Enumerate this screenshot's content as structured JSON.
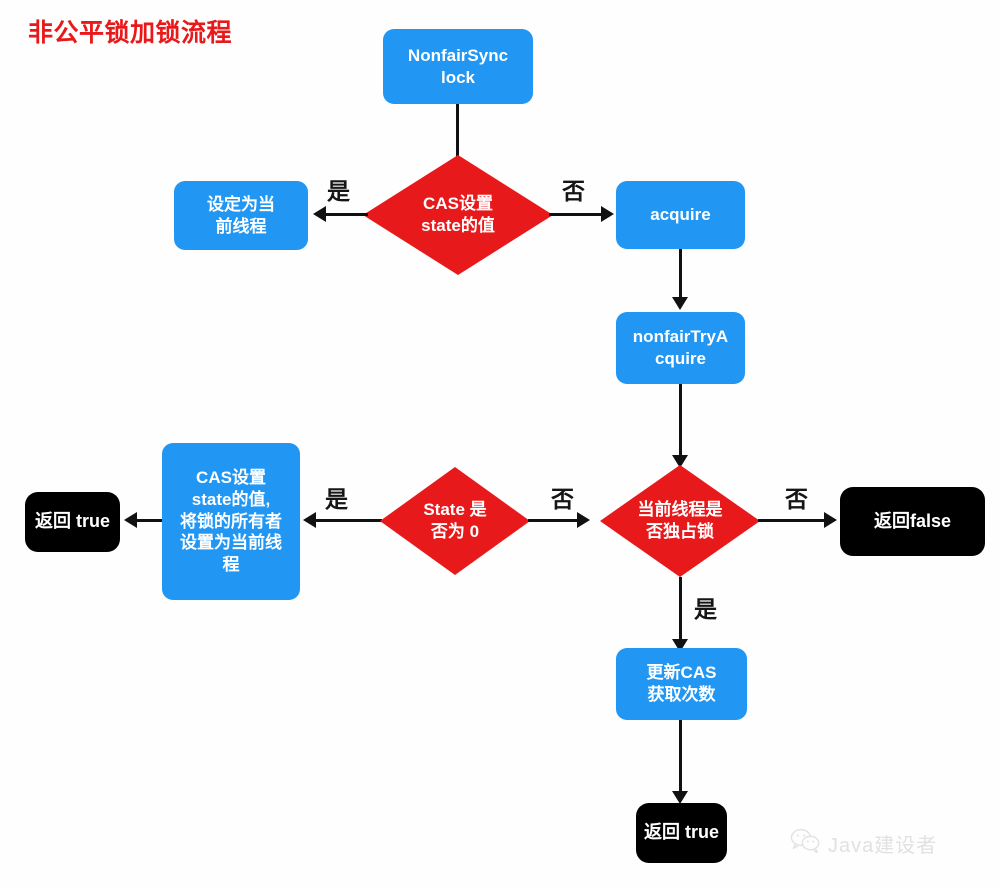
{
  "title": "非公平锁加锁流程",
  "colors": {
    "process": "#2196f3",
    "decision": "#e8191b",
    "terminal": "#000000",
    "title": "#e8191b",
    "connector": "#111111",
    "background": "#fefefe"
  },
  "nodes": {
    "nonfair_sync_lock": {
      "label": "NonfairSync\nlock",
      "type": "process"
    },
    "cas_set_state": {
      "label": "CAS设置\nstate的值",
      "type": "decision"
    },
    "set_current_thread": {
      "label": "设定为当\n前线程",
      "type": "process"
    },
    "acquire": {
      "label": "acquire",
      "type": "process"
    },
    "nonfair_try_acquire": {
      "label": "nonfairTryA\ncquire",
      "type": "process"
    },
    "state_is_zero": {
      "label": "State 是\n否为 0",
      "type": "decision"
    },
    "cas_set_state_owner": {
      "label": "CAS设置\nstate的值,\n将锁的所有者\n设置为当前线\n程",
      "type": "process"
    },
    "return_true_left": {
      "label": "返回 true",
      "type": "terminal"
    },
    "is_exclusive_thread": {
      "label": "当前线程是\n否独占锁",
      "type": "decision"
    },
    "return_false": {
      "label": "返回false",
      "type": "terminal"
    },
    "update_cas_count": {
      "label": "更新CAS\n获取次数",
      "type": "process"
    },
    "return_true_bottom": {
      "label": "返回 true",
      "type": "terminal"
    }
  },
  "edge_labels": {
    "cas_yes": "是",
    "cas_no": "否",
    "state_yes": "是",
    "state_no": "否",
    "exclusive_no_in": "否",
    "exclusive_no_out": "否",
    "exclusive_yes": "是"
  },
  "watermark": {
    "icon": "wechat-icon",
    "text": "Java建设者"
  }
}
